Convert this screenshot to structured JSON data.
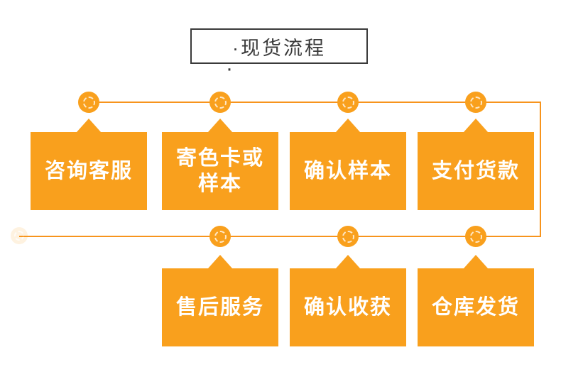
{
  "title": {
    "text": "·现货流程",
    "bullet_below": "·"
  },
  "colors": {
    "box_orange": "#F9A01D",
    "line_orange": "#F7941D",
    "title_text": "#3A3A3A",
    "title_border": "#3A3A3A",
    "step_text": "#FFFFFF"
  },
  "steps": {
    "row1": [
      {
        "label": "咨询客服"
      },
      {
        "label": "寄色卡或样本",
        "line1": "寄色卡或",
        "line2": "样本"
      },
      {
        "label": "确认样本"
      },
      {
        "label": "支付货款"
      }
    ],
    "row2": [
      {
        "label": "售后服务"
      },
      {
        "label": "确认收获"
      },
      {
        "label": "仓库发货"
      }
    ]
  }
}
